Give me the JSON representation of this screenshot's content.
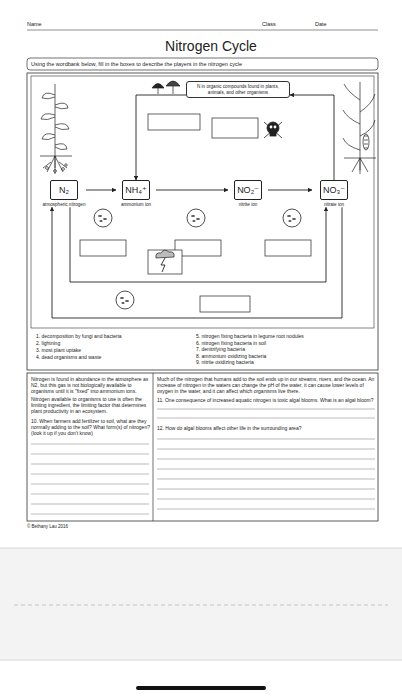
{
  "diagram": {
    "title": "Nitrogen Cycle",
    "nodes": [
      {
        "text": [
          "N in organic compounds found in plants, animals, and other organisms"
        ]
      },
      {
        "text": [
          "N₂",
          "atmospheric nitrogen"
        ]
      },
      {
        "text": [
          "NH₄⁺",
          "ammonium ion"
        ]
      },
      {
        "text": [
          "NO₂⁻",
          "nitrite ion"
        ]
      },
      {
        "text": [
          "NO₃⁻",
          "nitrate ion"
        ]
      }
    ],
    "edges": [
      {
        "from": 1,
        "to": 2,
        "arrow": "to"
      },
      {
        "from": 2,
        "to": 3,
        "arrow": "to"
      },
      {
        "from": 3,
        "to": 4,
        "arrow": "to"
      },
      {
        "from": 0,
        "to": 2,
        "arrow": "to"
      },
      {
        "from": 4,
        "to": 0,
        "arrow": "to"
      },
      {
        "from": 1,
        "to": 4,
        "arrow": "to"
      },
      {
        "from": 4,
        "to": 1,
        "arrow": "to"
      }
    ],
    "labels": [
      "Name",
      "Class",
      "Date",
      "Using the wordbank below, fill in the boxes to describe the players in the nitrogen cycle",
      "1. decomposition by fungi and bacteria",
      "2. lightning",
      "3. most plant uptake",
      "4. dead organisms and waste",
      "5. nitrogen fixing bacteria in legume root nodules",
      "6. nitrogen fixing bacteria in soil",
      "7. denitrifying bacteria",
      "8. ammonium oxidizing bacteria",
      "9. nitrite oxidizing bacteria",
      "Nitrogen is found in abundance in the atmosphere as N2, but this gas is not biologically available to organisms until it is \"fixed\" into ammonium ions.",
      "Nitrogen available to organisms to use is often the limiting ingredient, the limiting factor that determines plant productivity in an ecosystem.",
      "10. When farmers add fertilizer to soil, what are they normally adding to the soil? What form(s) of nitrogen? (look it up if you don't know)",
      "Much of the nitrogen that humans add to the soil ends up in our streams, rivers, and the ocean. An increase of nitrogen in the waters can change the pH of the water, it can cause lower levels of oxygen in the water, and it can affect which organisms live there.",
      "11. One consequence of increased aquatic nitrogen is toxic algal blooms. What is an algal bloom?",
      "12. How do algal blooms affect other life in the surrounding area?",
      "© Bethany Lau 2016"
    ]
  }
}
